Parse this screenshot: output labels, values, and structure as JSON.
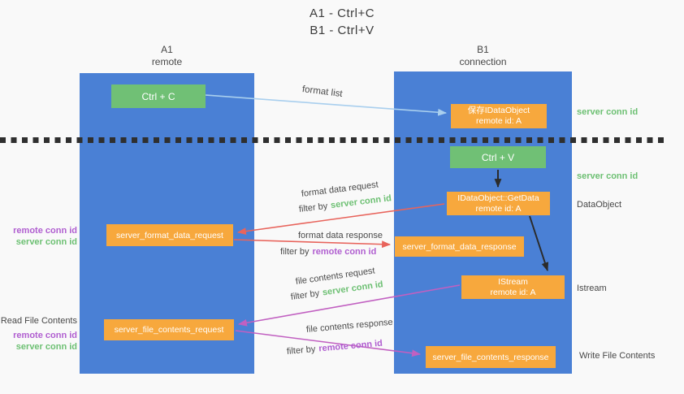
{
  "title": {
    "line1": "A1 - Ctrl+C",
    "line2": "B1 - Ctrl+V"
  },
  "lanes": {
    "a1": {
      "name": "A1",
      "subtitle": "remote"
    },
    "b1": {
      "name": "B1",
      "subtitle": "connection"
    }
  },
  "nodes": {
    "ctrl_c": {
      "label": "Ctrl + C"
    },
    "save_dataobject": {
      "line1": "保存IDataObject",
      "line2": "remote id: A"
    },
    "ctrl_v": {
      "label": "Ctrl + V"
    },
    "getdata": {
      "line1": "IDataObject::GetData",
      "line2": "remote id: A"
    },
    "format_request": {
      "label": "server_format_data_request"
    },
    "format_response": {
      "label": "server_format_data_response"
    },
    "istream": {
      "line1": "IStream",
      "line2": "remote id: A"
    },
    "file_request": {
      "label": "server_file_contents_request"
    },
    "file_response": {
      "label": "server_file_contents_response"
    }
  },
  "terms": {
    "filter_by": "filter by",
    "server_conn_id": "server conn id",
    "remote_conn_id": "remote conn id"
  },
  "flow_labels": {
    "format_list": "format list",
    "format_data_request": "format data request",
    "format_data_response": "format data response",
    "file_contents_request": "file contents request",
    "file_contents_response": "file contents response"
  },
  "side_labels": {
    "dataobject": "DataObject",
    "istream": "Istream",
    "read_file_contents": "Read File Contents",
    "write_file_contents": "Write File Contents"
  },
  "palette": {
    "background": "#f9f9f9",
    "lane_blue": "#4a80d5",
    "box_green": "#70c075",
    "box_orange": "#f7a83d",
    "arrow_red": "#e8645c",
    "arrow_magenta": "#c160c1",
    "arrow_light_blue": "#a9cfee",
    "arrow_black": "#2b2b2b",
    "text_green": "#6dc073",
    "text_purple": "#b05ed0",
    "text_dark": "#474747"
  }
}
